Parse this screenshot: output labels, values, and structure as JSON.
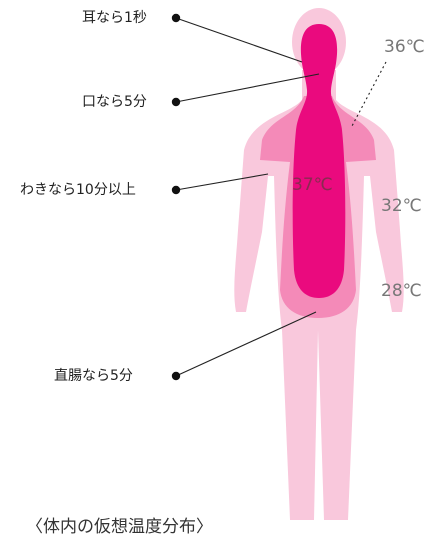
{
  "measurement_sites": [
    {
      "label": "耳なら1秒"
    },
    {
      "label": "口なら5分"
    },
    {
      "label": "わきなら10分以上"
    },
    {
      "label": "直腸なら5分"
    }
  ],
  "temperatures": [
    {
      "label": "36℃"
    },
    {
      "label": "37℃"
    },
    {
      "label": "32℃"
    },
    {
      "label": "28℃"
    }
  ],
  "caption": "〈体内の仮想温度分布〉",
  "colors": {
    "zone_28": "#f9c8dc",
    "zone_32": "#f48ab8",
    "zone_37": "#ea0a7e",
    "temp_text": "#777777",
    "temp_core_text": "#8a2a50"
  }
}
